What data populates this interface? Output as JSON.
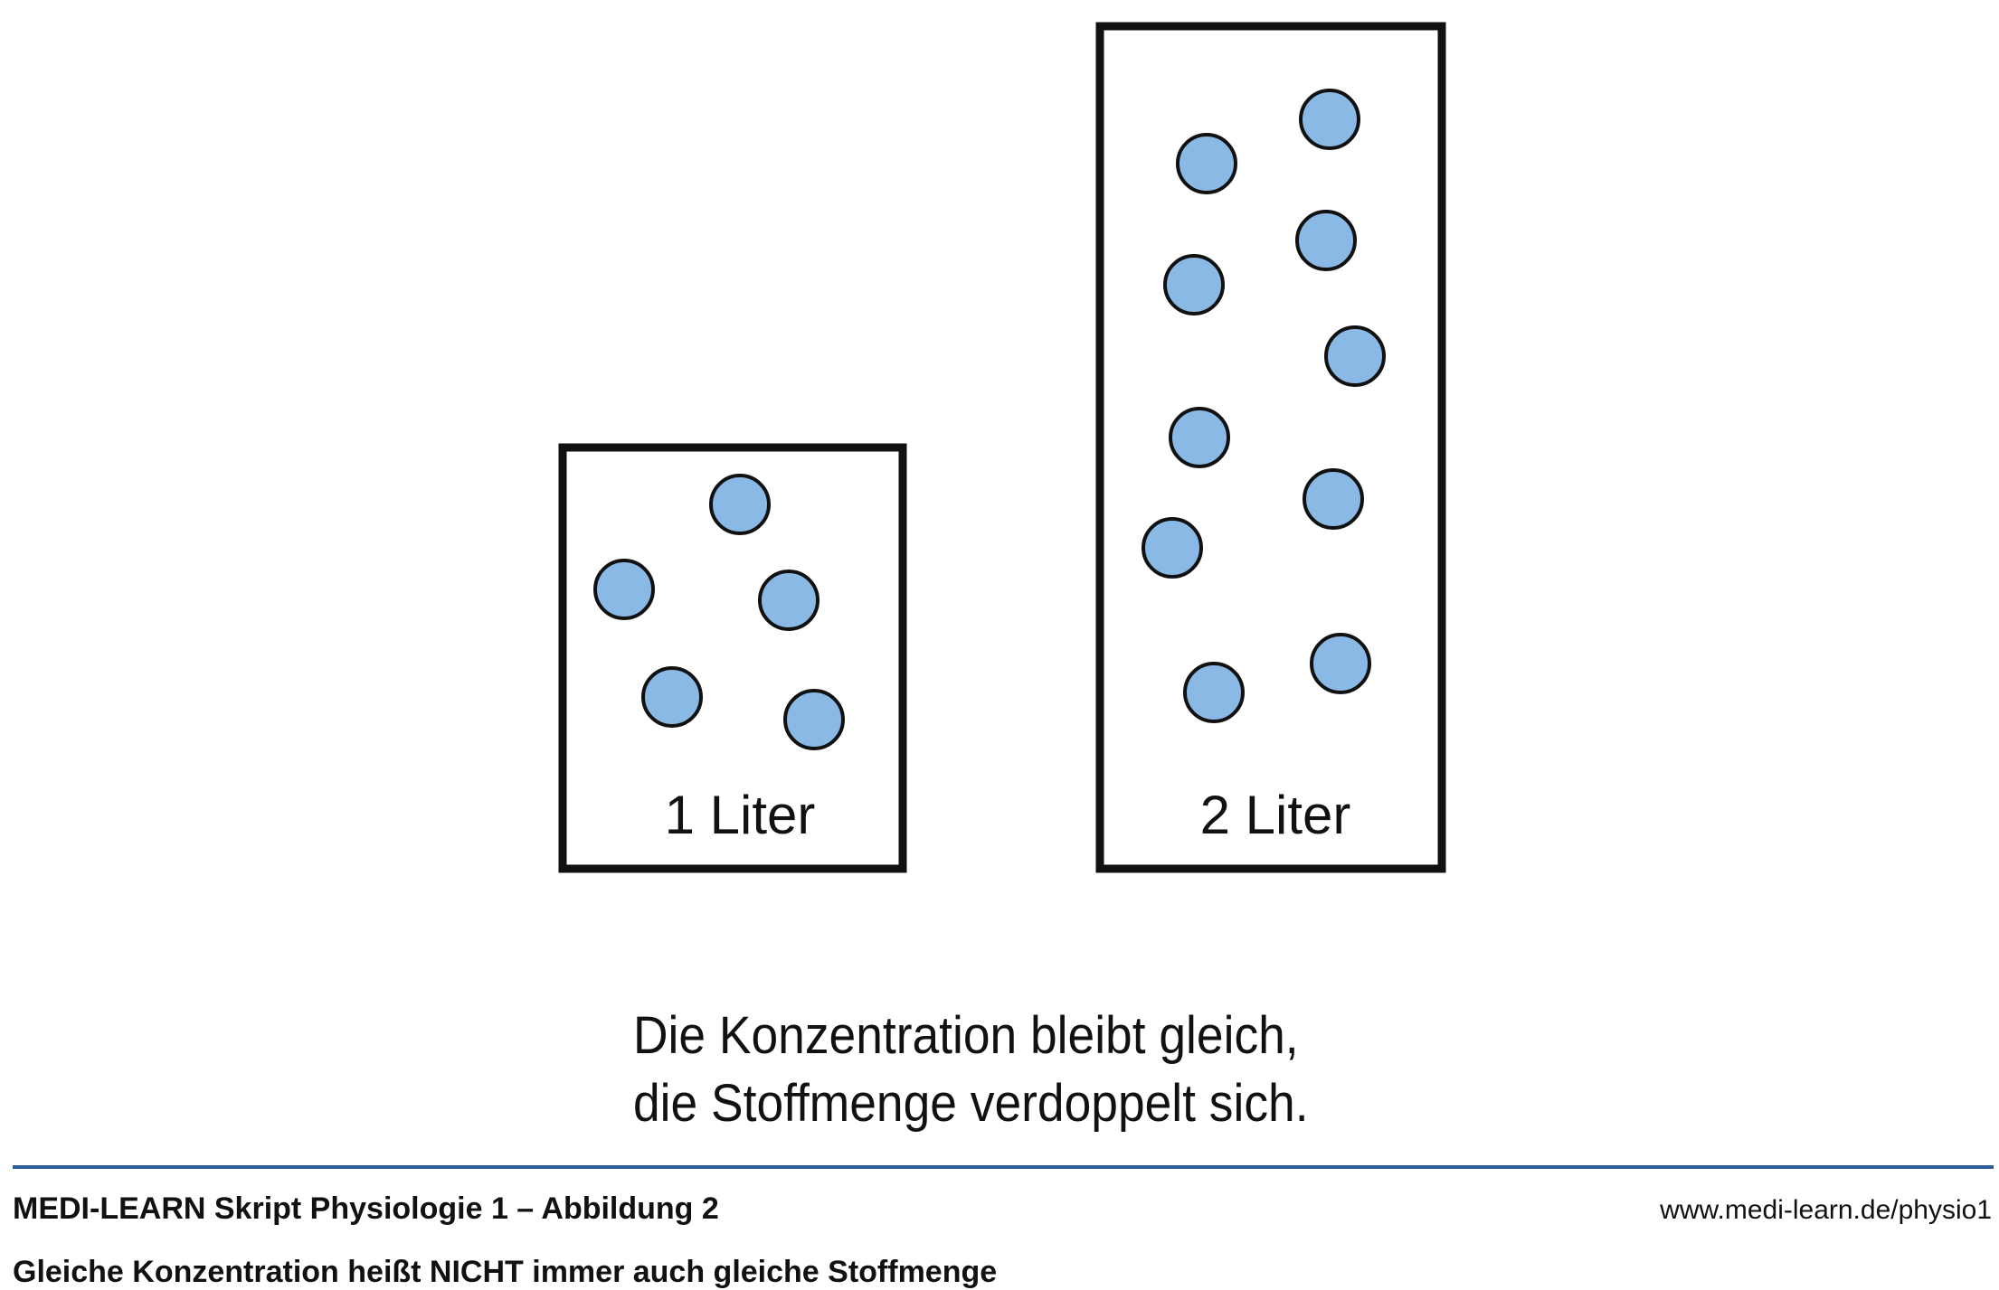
{
  "colors": {
    "particle_fill": "#8ab9e6",
    "particle_stroke": "#111111",
    "container_stroke": "#111111",
    "rule": "#2b5d9b"
  },
  "containers": [
    {
      "label": "1 Liter",
      "volume_liters": 1,
      "particle_count": 5
    },
    {
      "label": "2 Liter",
      "volume_liters": 2,
      "particle_count": 10
    }
  ],
  "caption": {
    "line1": "Die Konzentration bleibt gleich,",
    "line2": "die Stoffmenge verdoppelt sich."
  },
  "footer": {
    "title": "MEDI-LEARN Skript Physiologie 1 – Abbildung 2",
    "subtitle": "Gleiche Konzentration heißt NICHT immer auch gleiche Stoffmenge",
    "url": "www.medi-learn.de/physio1"
  }
}
